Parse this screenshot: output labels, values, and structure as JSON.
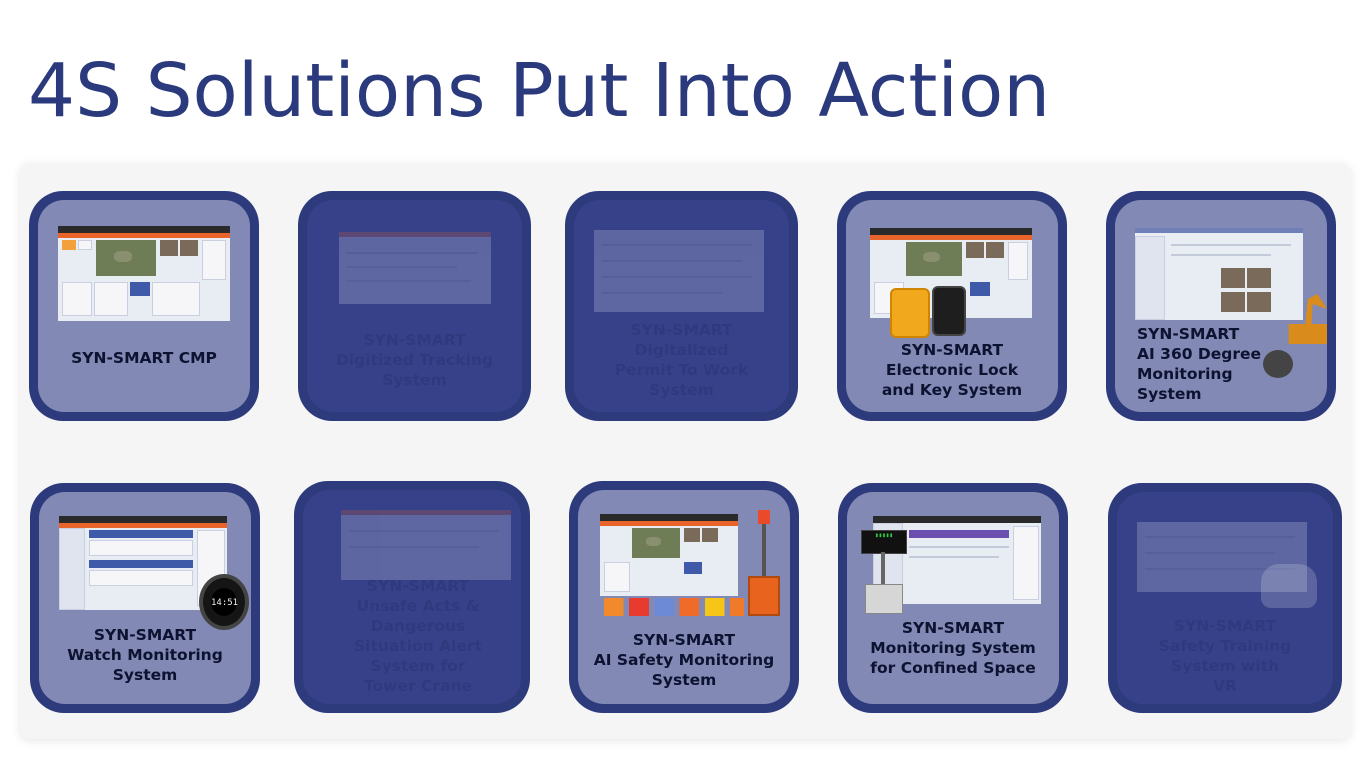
{
  "page": {
    "title": "4S Solutions Put Into Action"
  },
  "cards": [
    {
      "lines": [
        "SYN-SMART CMP"
      ],
      "state": "active"
    },
    {
      "lines": [
        "SYN-SMART",
        "Digitized Tracking",
        "System"
      ],
      "state": "dimmed"
    },
    {
      "lines": [
        "SYN-SMART",
        "Digitalized",
        "Permit To Work",
        "System"
      ],
      "state": "dimmed"
    },
    {
      "lines": [
        "SYN-SMART",
        "Electronic Lock",
        "and Key System"
      ],
      "state": "active"
    },
    {
      "lines": [
        "SYN-SMART",
        "AI 360 Degree",
        "Monitoring",
        "System"
      ],
      "state": "active"
    },
    {
      "lines": [
        "SYN-SMART",
        "Watch Monitoring",
        "System"
      ],
      "state": "active"
    },
    {
      "lines": [
        "SYN-SMART",
        "Unsafe Acts &",
        "Dangerous",
        "Situation Alert",
        "System for",
        "Tower Crane"
      ],
      "state": "dimmed"
    },
    {
      "lines": [
        "SYN-SMART",
        "AI Safety Monitoring",
        "System"
      ],
      "state": "active"
    },
    {
      "lines": [
        "SYN-SMART",
        "Monitoring System",
        "for Confined Space"
      ],
      "state": "active"
    },
    {
      "lines": [
        "SYN-SMART",
        "Safety Training",
        "System with",
        "VR"
      ],
      "state": "dimmed"
    }
  ],
  "colors": {
    "title": "#2b3a7c",
    "card_border": "#2d3a7c",
    "card_active": "#8189b4",
    "card_dimmed": "#37418a"
  },
  "icons": [
    "dashboard-screenshot",
    "padlock-device",
    "excavator",
    "smartwatch",
    "safety-gear",
    "alert-tower",
    "gas-detector",
    "vr-headset"
  ]
}
